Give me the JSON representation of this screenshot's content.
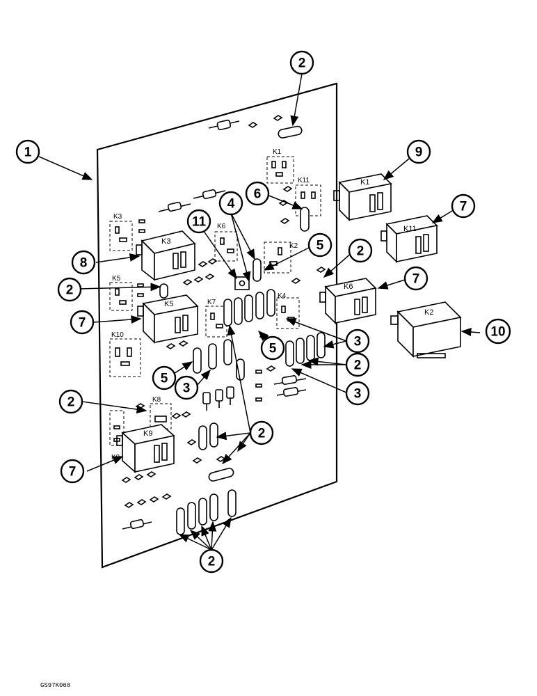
{
  "figure_id": "GS97K068",
  "callouts": [
    "1",
    "2",
    "3",
    "4",
    "5",
    "6",
    "7",
    "8",
    "9",
    "10",
    "11"
  ],
  "relays": {
    "k1": "K1",
    "k2": "K2",
    "k3": "K3",
    "k5": "K5",
    "k6": "K6",
    "k9": "K9",
    "k11": "K11"
  },
  "socket_labels": {
    "k1": "K1",
    "k11": "K11",
    "k3": "K3",
    "k6": "K6",
    "k2": "K2",
    "k5": "K5",
    "k7": "K7",
    "k4": "K4",
    "k10": "K10",
    "k8": "K8",
    "k9": "K9"
  }
}
